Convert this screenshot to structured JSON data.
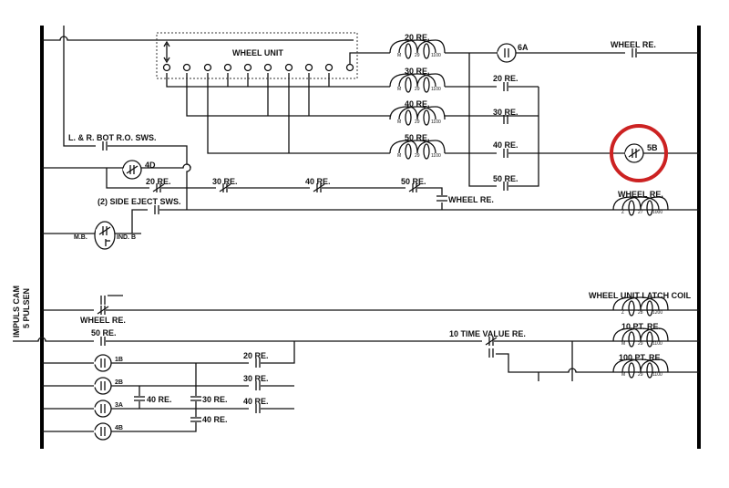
{
  "rails": {
    "side_label_1": "IMPULS CAM",
    "side_label_2": "5 PULSEN"
  },
  "wheel_unit": {
    "label": "WHEEL UNIT",
    "terminals": 10
  },
  "coils": [
    {
      "label": "20 RE.",
      "t1": "M",
      "t2": "29",
      "t3": "1100"
    },
    {
      "label": "30 RE.",
      "t1": "M",
      "t2": "29",
      "t3": "1100"
    },
    {
      "label": "40 RE.",
      "t1": "M",
      "t2": "29",
      "t3": "1100"
    },
    {
      "label": "50 RE.",
      "t1": "M",
      "t2": "29",
      "t3": "1100"
    },
    {
      "label": "WHEEL RE.",
      "t1": "Z",
      "t2": "27",
      "t3": "1000"
    },
    {
      "label": "WHEEL UNIT LATCH COIL",
      "t1": "Z",
      "t2": "28",
      "t3": "1200"
    },
    {
      "label": "10 PT. RE.",
      "t1": "M",
      "t2": "29",
      "t3": "1100"
    },
    {
      "label": "100 PT. RE.",
      "t1": "M",
      "t2": "29",
      "t3": "1100"
    }
  ],
  "contacts": {
    "c6a": "6A",
    "wheel_re_top": "WHEEL RE.",
    "r20": "20 RE.",
    "r30": "30 RE.",
    "r40": "40 RE.",
    "r50": "50 RE.",
    "c5b": "5B",
    "lr_bot": "L. & R. BOT  R.O. SWS.",
    "c4d": "4D",
    "nc20": "20 RE.",
    "nc30": "30 RE.",
    "nc40": "40 RE.",
    "nc50": "50 RE.",
    "wheel_re_mid": "WHEEL RE.",
    "side_eject": "(2) SIDE EJECT SWS.",
    "mb": "M.B.",
    "ind_b": "IND. B",
    "wheel_re_nc": "WHEEL RE.",
    "re50_low": "50 RE.",
    "time_value": "10 TIME VALUE RE.",
    "c1b": "1B",
    "c2b": "2B",
    "c3a": "3A",
    "c4b": "4B",
    "low20": "20 RE.",
    "low30": "30 RE.",
    "low40": "40 RE.",
    "cap40": "40 RE.",
    "cap30": "30 RE.",
    "cap40b": "40 RE."
  },
  "highlight": {
    "target": "5B",
    "color": "#cc2222"
  }
}
